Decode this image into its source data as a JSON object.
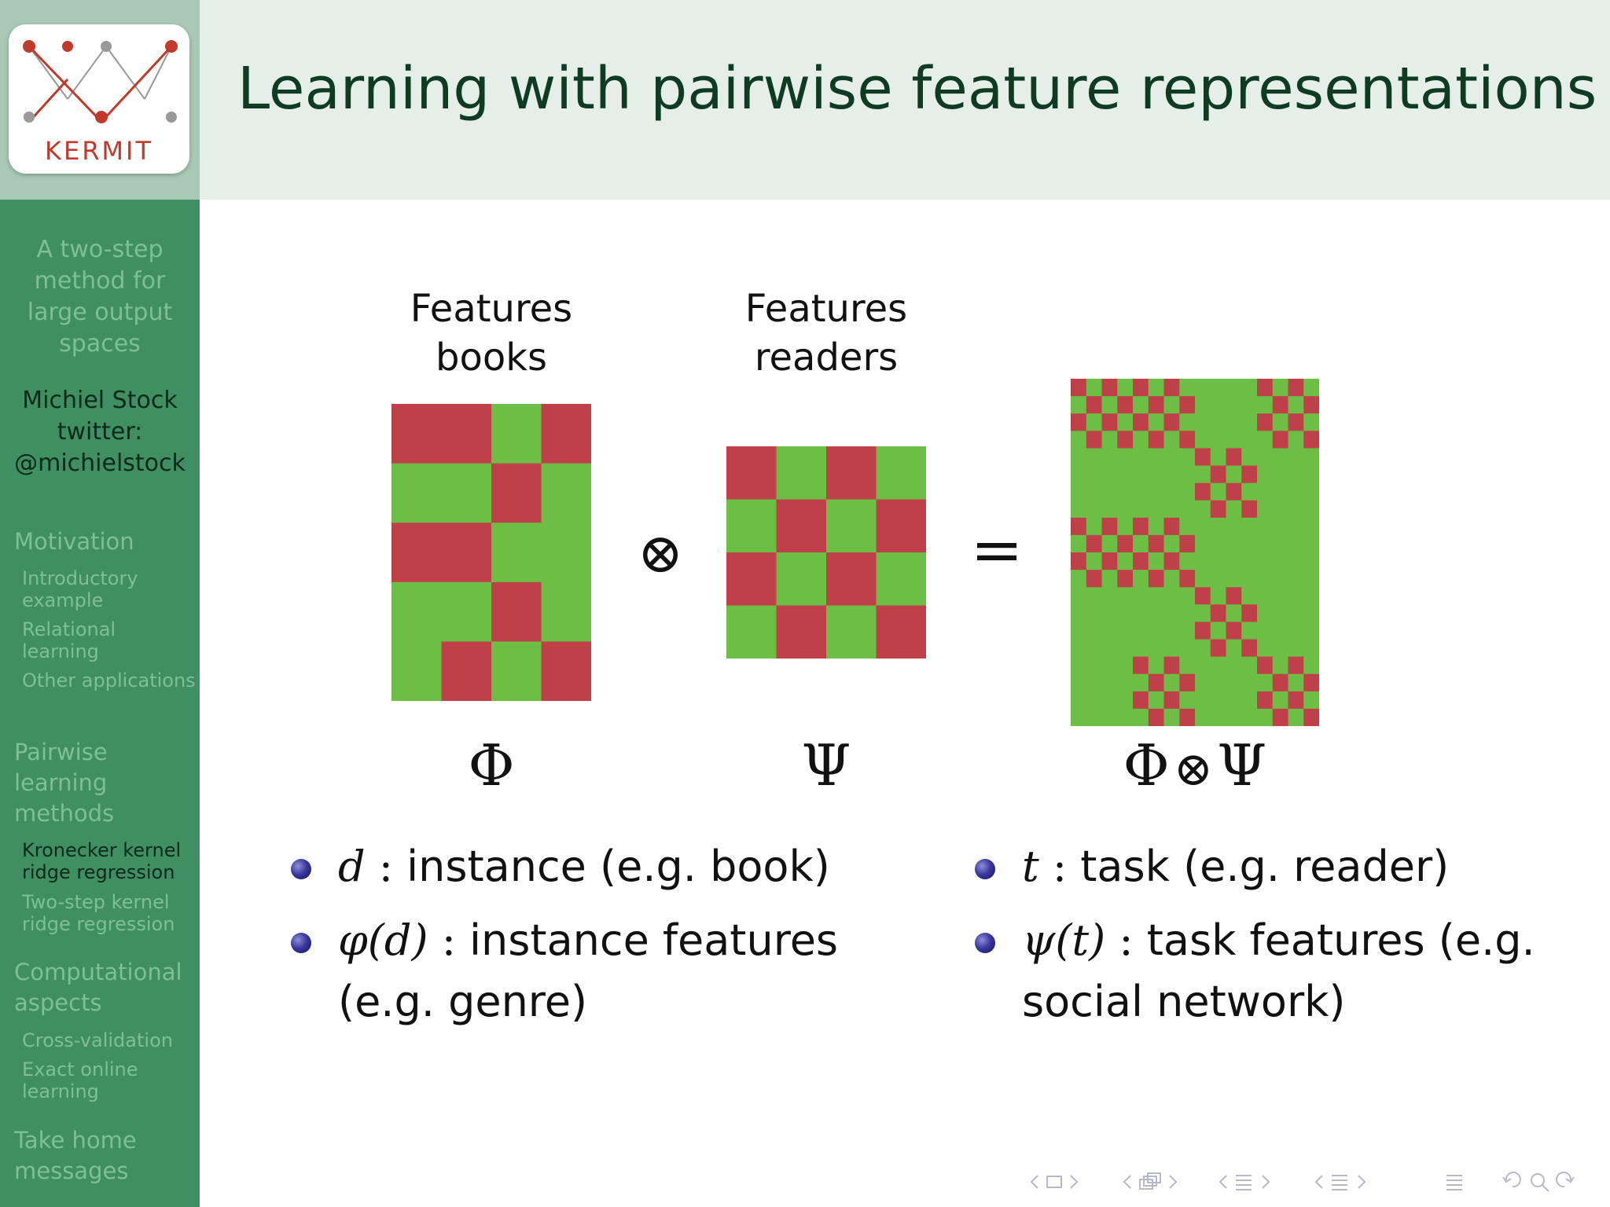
{
  "logo": {
    "text": "KERMIT"
  },
  "sidebar": {
    "talk_title": "A two-step method for large output spaces",
    "author": "Michiel Stock",
    "twitter_label": "twitter:",
    "twitter_handle": "@michielstock",
    "sections": [
      {
        "label": "Motivation",
        "subs": [
          "Introductory example",
          "Relational learning",
          "Other applications"
        ]
      },
      {
        "label": "Pairwise learning methods",
        "subs": [
          "Kronecker kernel ridge regression",
          "Two-step kernel ridge regression"
        ]
      },
      {
        "label": "Computational aspects",
        "subs": [
          "Cross-validation",
          "Exact online learning"
        ]
      },
      {
        "label": "Take home messages",
        "subs": []
      }
    ]
  },
  "slide": {
    "title": "Learning with pairwise feature representations",
    "caption_books": "Features books",
    "caption_readers": "Features readers",
    "symbol_phi": "Φ",
    "symbol_psi": "Ψ",
    "symbol_otimes": "⊗",
    "symbol_equals": "=",
    "bullets_left": [
      {
        "math": "d",
        "text": "instance (e.g. book)"
      },
      {
        "math": "φ(d)",
        "text": "instance features (e.g. genre)"
      }
    ],
    "bullets_right": [
      {
        "math": "t",
        "text": "task (e.g. reader)"
      },
      {
        "math": "ψ(t)",
        "text": "task features (e.g. social network)"
      }
    ]
  },
  "matrices": {
    "colors": {
      "red": "#c0404a",
      "green": "#6cbf44"
    },
    "phi": [
      [
        1,
        1,
        0,
        1
      ],
      [
        0,
        0,
        1,
        0
      ],
      [
        1,
        1,
        0,
        0
      ],
      [
        0,
        0,
        1,
        0
      ],
      [
        0,
        1,
        0,
        1
      ]
    ],
    "psi": [
      [
        1,
        0,
        1,
        0
      ],
      [
        0,
        1,
        0,
        1
      ],
      [
        1,
        0,
        1,
        0
      ],
      [
        0,
        1,
        0,
        1
      ]
    ]
  }
}
